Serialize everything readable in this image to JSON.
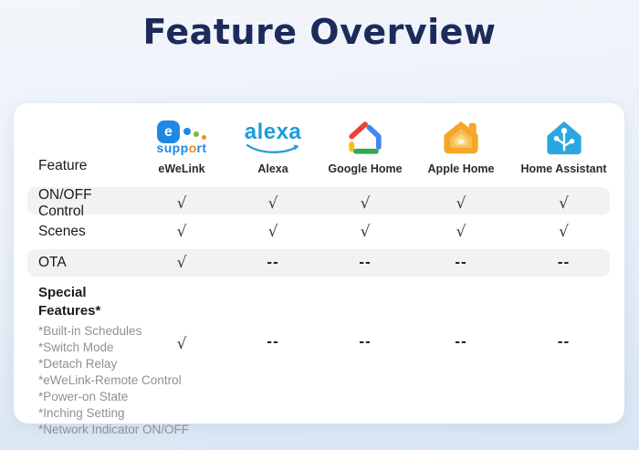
{
  "page": {
    "title": "Feature Overview"
  },
  "table": {
    "feature_header": "Feature",
    "columns": [
      {
        "label": "eWeLink"
      },
      {
        "label": "Alexa"
      },
      {
        "label": "Google Home"
      },
      {
        "label": "Apple Home"
      },
      {
        "label": "Home Assistant"
      }
    ],
    "rows": [
      {
        "feature": "ON/OFF Control",
        "values": [
          "√",
          "√",
          "√",
          "√",
          "√"
        ]
      },
      {
        "feature": "Scenes",
        "values": [
          "√",
          "√",
          "√",
          "√",
          "√"
        ]
      },
      {
        "feature": "OTA",
        "values": [
          "√",
          "--",
          "--",
          "--",
          "--"
        ]
      },
      {
        "feature": "Special Features*",
        "sub_features": [
          "*Built-in Schedules",
          "*Switch Mode",
          "*Detach Relay",
          "*eWeLink-Remote Control",
          "*Power-on State",
          "*Inching Setting",
          "*Network Indicator ON/OFF"
        ],
        "values": [
          "√",
          "--",
          "--",
          "--",
          "--"
        ]
      }
    ]
  },
  "logos": {
    "ewelink": {
      "letter": "e",
      "support_prefix": "supp",
      "support_o": "o",
      "support_suffix": "rt"
    },
    "alexa": {
      "wordmark": "alexa"
    }
  },
  "colors": {
    "title_navy": "#1C2A5C",
    "row_stripe": "#F2F2F3",
    "ewelink_blue": "#1E88E5",
    "alexa_blue": "#1F9CD8",
    "google_red": "#EA4335",
    "google_blue": "#4285F4",
    "google_yellow": "#FBBC04",
    "google_green": "#34A853",
    "apple_home_orange": "#F6A62B",
    "home_assistant_blue": "#2BA7E0"
  }
}
